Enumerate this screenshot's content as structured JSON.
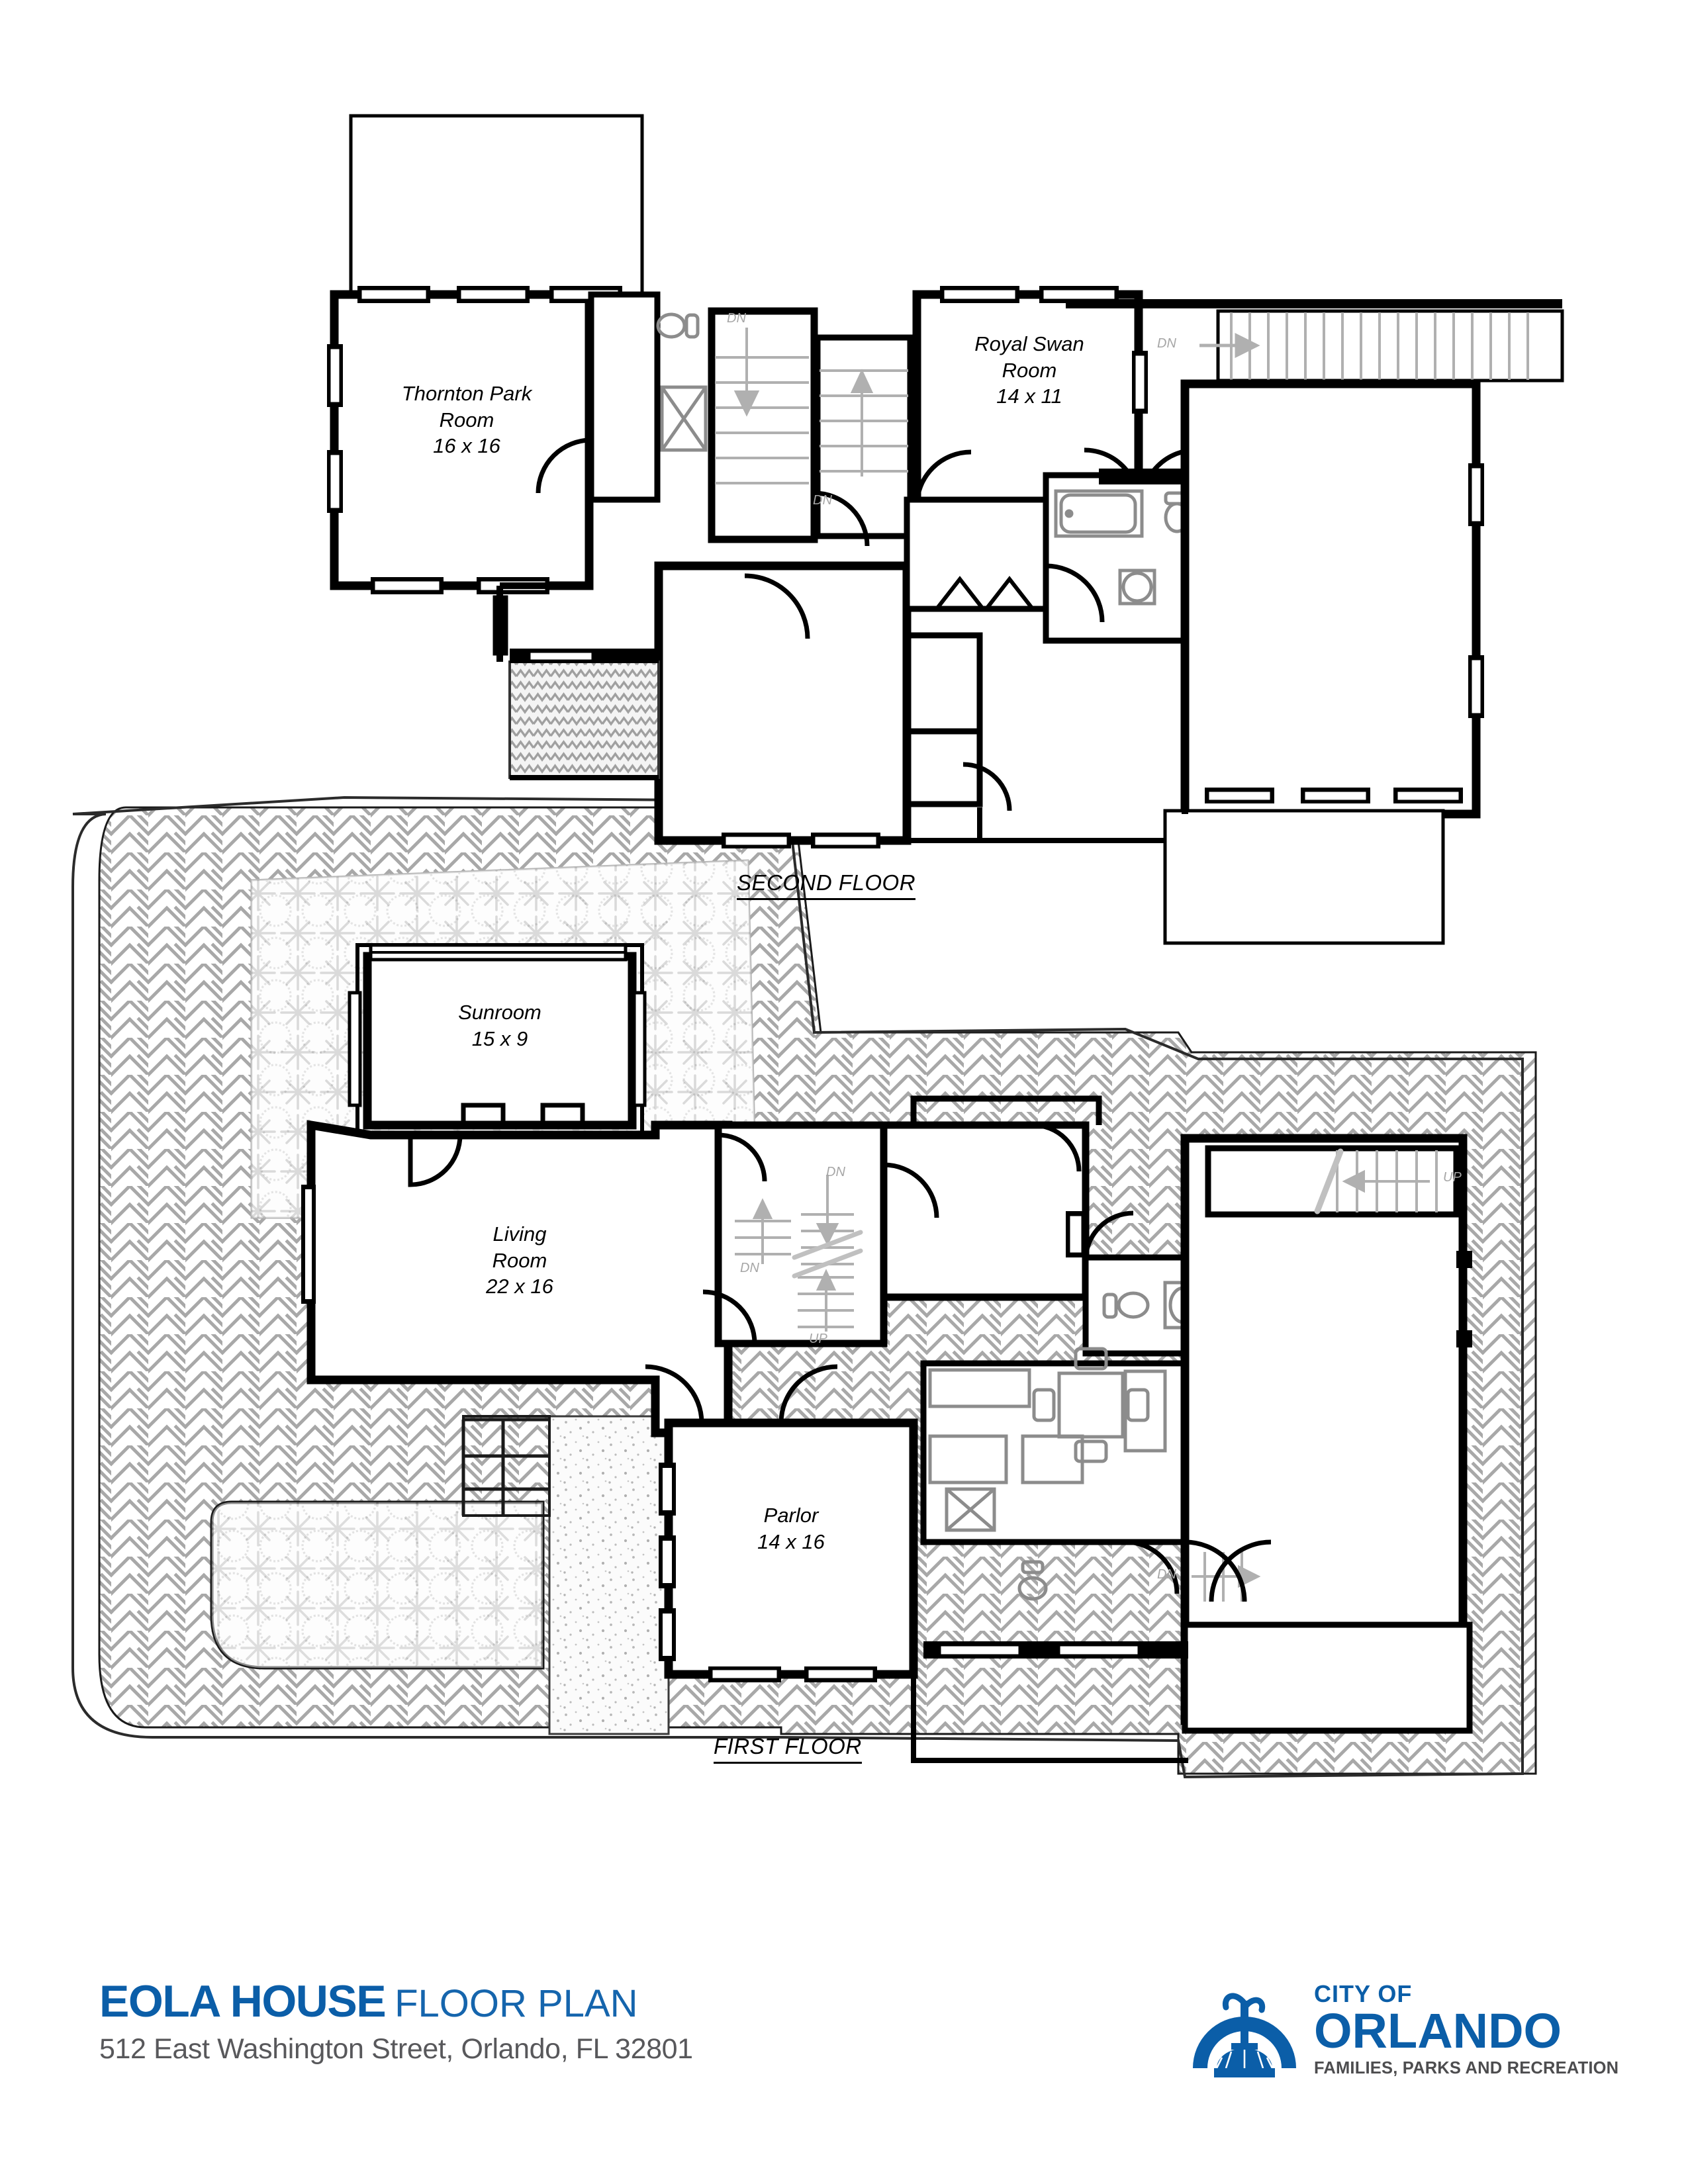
{
  "document": {
    "title": "EOLA HOUSE",
    "subtitle": "FLOOR PLAN",
    "address": "512 East Washington Street, Orlando, FL 32801"
  },
  "logo": {
    "icon": "lake-eola-fountain-icon",
    "line1": "CITY OF",
    "line2": "ORLANDO",
    "tagline": "FAMILIES, PARKS AND RECREATION",
    "brand_color": "#0b5ea8",
    "tagline_color": "#4d4d4f"
  },
  "floors": [
    {
      "id": "second",
      "label": "SECOND FLOOR",
      "rooms": [
        {
          "name": "Thornton Park\nRoom",
          "line1": "Thornton Park",
          "line2": "Room",
          "dimensions": "16 x 16"
        },
        {
          "name": "Royal Swan Room",
          "line1": "Royal Swan",
          "line2": "Room",
          "dimensions": "14 x 11"
        }
      ],
      "stair_annotations": [
        "DN",
        "DN",
        "DN"
      ]
    },
    {
      "id": "first",
      "label": "FIRST FLOOR",
      "rooms": [
        {
          "name": "Sunroom",
          "line1": "Sunroom",
          "line2": "",
          "dimensions": "15 x 9"
        },
        {
          "name": "Living Room",
          "line1": "Living",
          "line2": "Room",
          "dimensions": "22 x 16"
        },
        {
          "name": "Parlor",
          "line1": "Parlor",
          "line2": "",
          "dimensions": "14 x 16"
        }
      ],
      "stair_annotations": [
        "DN",
        "DN",
        "UP",
        "UP",
        "DN"
      ]
    }
  ],
  "drawing": {
    "wall_color": "#000000",
    "fixture_color": "#8c8c8c",
    "hatch_color": "#9e9e9e",
    "annotation_color": "#a6a6a6",
    "background": "#ffffff"
  }
}
